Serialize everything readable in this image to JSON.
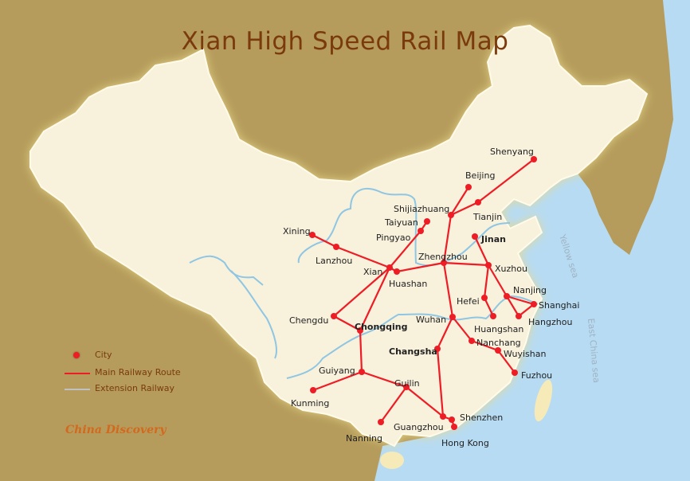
{
  "title": "Xian High Speed Rail Map",
  "legend": {
    "city": "City",
    "main_route": "Main Railway Route",
    "extension": "Extension Railway"
  },
  "logo": "China Discovery",
  "seas": [
    "Yellow sea",
    "East China sea"
  ],
  "colors": {
    "land_outside": "#b59c5c",
    "china": "#f8f1dc",
    "sea": "#b7dbf2",
    "river": "#8fc6e3",
    "rail": "#ee1c25",
    "extension": "#c0c0c0",
    "title": "#7b3a0c"
  },
  "cities": [
    {
      "name": "Shenyang"
    },
    {
      "name": "Beijing"
    },
    {
      "name": "Tianjin"
    },
    {
      "name": "Shijiazhuang"
    },
    {
      "name": "Taiyuan"
    },
    {
      "name": "Pingyao"
    },
    {
      "name": "Xining"
    },
    {
      "name": "Lanzhou"
    },
    {
      "name": "Xian"
    },
    {
      "name": "Huashan"
    },
    {
      "name": "Zhengzhou"
    },
    {
      "name": "Xuzhou"
    },
    {
      "name": "Jinan",
      "bold": true
    },
    {
      "name": "Hefei"
    },
    {
      "name": "Nanjing"
    },
    {
      "name": "Shanghai"
    },
    {
      "name": "Hangzhou"
    },
    {
      "name": "Huangshan"
    },
    {
      "name": "Wuhan"
    },
    {
      "name": "Nanchang"
    },
    {
      "name": "Wuyishan"
    },
    {
      "name": "Fuzhou"
    },
    {
      "name": "Changsha",
      "bold": true
    },
    {
      "name": "Chengdu"
    },
    {
      "name": "Chongqing",
      "bold": true
    },
    {
      "name": "Guiyang"
    },
    {
      "name": "Kunming"
    },
    {
      "name": "Guilin"
    },
    {
      "name": "Nanning"
    },
    {
      "name": "Guangzhou"
    },
    {
      "name": "Shenzhen"
    },
    {
      "name": "Hong Kong"
    }
  ],
  "routes": [
    [
      "Shenyang",
      "Tianjin"
    ],
    [
      "Tianjin",
      "Shijiazhuang"
    ],
    [
      "Beijing",
      "Shijiazhuang"
    ],
    [
      "Shijiazhuang",
      "Zhengzhou"
    ],
    [
      "Zhengzhou",
      "Wuhan"
    ],
    [
      "Wuhan",
      "Changsha"
    ],
    [
      "Changsha",
      "Guangzhou"
    ],
    [
      "Guangzhou",
      "Shenzhen"
    ],
    [
      "Shenzhen",
      "Hong Kong"
    ],
    [
      "Xining",
      "Lanzhou"
    ],
    [
      "Lanzhou",
      "Xian"
    ],
    [
      "Taiyuan",
      "Pingyao"
    ],
    [
      "Pingyao",
      "Xian"
    ],
    [
      "Xian",
      "Chengdu"
    ],
    [
      "Xian",
      "Chongqing"
    ],
    [
      "Xian",
      "Huashan"
    ],
    [
      "Huashan",
      "Zhengzhou"
    ],
    [
      "Zhengzhou",
      "Xuzhou"
    ],
    [
      "Jinan",
      "Xuzhou"
    ],
    [
      "Xuzhou",
      "Nanjing"
    ],
    [
      "Nanjing",
      "Shanghai"
    ],
    [
      "Nanjing",
      "Hangzhou"
    ],
    [
      "Shanghai",
      "Hangzhou"
    ],
    [
      "Xuzhou",
      "Hefei"
    ],
    [
      "Hefei",
      "Huangshan"
    ],
    [
      "Wuhan",
      "Nanchang"
    ],
    [
      "Nanchang",
      "Wuyishan"
    ],
    [
      "Wuyishan",
      "Fuzhou"
    ],
    [
      "Chengdu",
      "Chongqing"
    ],
    [
      "Chongqing",
      "Guiyang"
    ],
    [
      "Guiyang",
      "Kunming"
    ],
    [
      "Guiyang",
      "Guilin"
    ],
    [
      "Guilin",
      "Guangzhou"
    ],
    [
      "Guilin",
      "Nanning"
    ]
  ]
}
